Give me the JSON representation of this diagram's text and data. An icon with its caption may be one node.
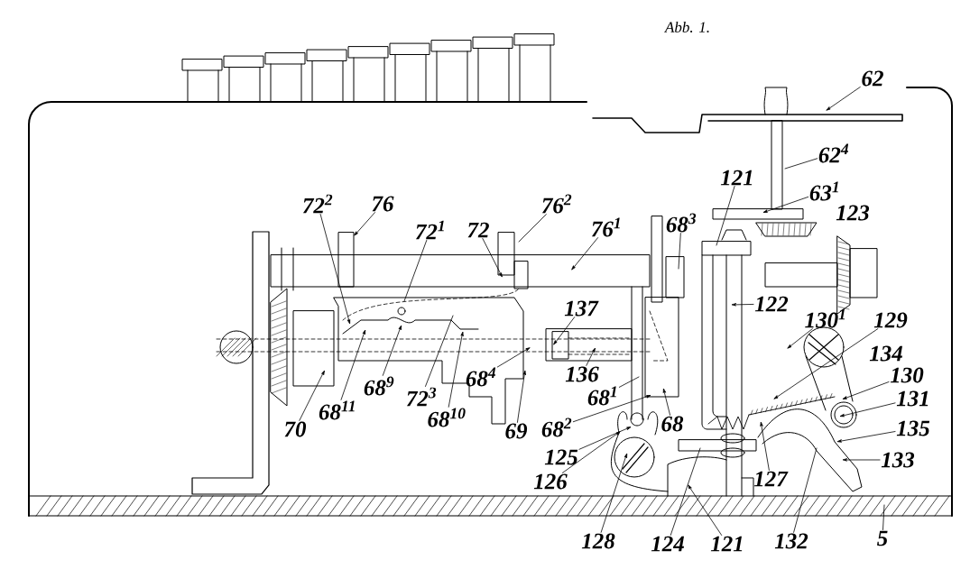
{
  "diagram": {
    "title": "Abb. 1.",
    "nodes": [
      {
        "text": [
          "62"
        ]
      },
      {
        "text": [
          "62$^{4}$"
        ]
      },
      {
        "text": [
          "63$^{1}$"
        ]
      },
      {
        "text": [
          "121"
        ]
      },
      {
        "text": [
          "76"
        ]
      },
      {
        "text": [
          "72$^{2}$"
        ]
      },
      {
        "text": [
          "76$^{2}$"
        ]
      },
      {
        "text": [
          "72$^{1}$"
        ]
      },
      {
        "text": [
          "72"
        ]
      },
      {
        "text": [
          "68$^{3}$"
        ]
      },
      {
        "text": [
          "76$^{1}$"
        ]
      },
      {
        "text": [
          "122"
        ]
      },
      {
        "text": [
          "137"
        ]
      },
      {
        "text": [
          "130$^{1}$"
        ]
      },
      {
        "text": [
          "129"
        ]
      },
      {
        "text": [
          "130"
        ]
      },
      {
        "text": [
          "68$^{9}$"
        ]
      },
      {
        "text": [
          "136"
        ]
      },
      {
        "text": [
          "68$^{1}$"
        ]
      },
      {
        "text": [
          "68$^{4}$"
        ]
      },
      {
        "text": [
          "131"
        ]
      },
      {
        "text": [
          "72$^{3}$"
        ]
      },
      {
        "text": [
          "68$^{11}$"
        ]
      },
      {
        "text": [
          "68$^{10}$"
        ]
      },
      {
        "text": [
          "70"
        ]
      },
      {
        "text": [
          "69"
        ]
      },
      {
        "text": [
          "68$^{2}$"
        ]
      },
      {
        "text": [
          "68"
        ]
      },
      {
        "text": [
          "135"
        ]
      },
      {
        "text": [
          "125"
        ]
      },
      {
        "text": [
          "133"
        ]
      },
      {
        "text": [
          "126"
        ]
      },
      {
        "text": [
          "127"
        ]
      },
      {
        "text": [
          "5"
        ]
      },
      {
        "text": [
          "128"
        ]
      },
      {
        "text": [
          "124"
        ]
      },
      {
        "text": [
          "121"
        ]
      },
      {
        "text": [
          "132"
        ]
      }
    ],
    "edges": [
      {
        "from": 0,
        "to": null,
        "arrow": "to"
      },
      {
        "from": 1,
        "to": null,
        "arrow": "none"
      },
      {
        "from": 2,
        "to": null,
        "arrow": "to"
      },
      {
        "from": 3,
        "to": null,
        "arrow": "none"
      },
      {
        "from": 4,
        "to": null,
        "arrow": "to"
      },
      {
        "from": 5,
        "to": null,
        "arrow": "to"
      },
      {
        "from": 6,
        "to": null,
        "arrow": "none"
      },
      {
        "from": 7,
        "to": null,
        "arrow": "none"
      },
      {
        "from": 8,
        "to": null,
        "arrow": "to"
      },
      {
        "from": 9,
        "to": null,
        "arrow": "none"
      },
      {
        "from": 10,
        "to": null,
        "arrow": "to"
      },
      {
        "from": 11,
        "to": null,
        "arrow": "to"
      },
      {
        "from": 12,
        "to": null,
        "arrow": "to"
      },
      {
        "from": 13,
        "to": null,
        "arrow": "to"
      },
      {
        "from": 14,
        "to": null,
        "arrow": "to"
      },
      {
        "from": 15,
        "to": null,
        "arrow": "to"
      },
      {
        "from": 16,
        "to": null,
        "arrow": "to"
      },
      {
        "from": 17,
        "to": null,
        "arrow": "to"
      },
      {
        "from": 18,
        "to": null,
        "arrow": "none"
      },
      {
        "from": 19,
        "to": null,
        "arrow": "to"
      },
      {
        "from": 20,
        "to": null,
        "arrow": "to"
      },
      {
        "from": 21,
        "to": null,
        "arrow": "none"
      },
      {
        "from": 22,
        "to": null,
        "arrow": "to"
      },
      {
        "from": 23,
        "to": null,
        "arrow": "to"
      },
      {
        "from": 24,
        "to": null,
        "arrow": "to"
      },
      {
        "from": 25,
        "to": null,
        "arrow": "to"
      },
      {
        "from": 26,
        "to": null,
        "arrow": "to"
      },
      {
        "from": 27,
        "to": null,
        "arrow": "to"
      },
      {
        "from": 28,
        "to": null,
        "arrow": "to"
      },
      {
        "from": 29,
        "to": null,
        "arrow": "to"
      },
      {
        "from": 30,
        "to": null,
        "arrow": "to"
      },
      {
        "from": 31,
        "to": null,
        "arrow": "to"
      },
      {
        "from": 32,
        "to": null,
        "arrow": "to"
      },
      {
        "from": 33,
        "to": null,
        "arrow": "none"
      },
      {
        "from": 34,
        "to": null,
        "arrow": "to"
      },
      {
        "from": 35,
        "to": null,
        "arrow": "none"
      },
      {
        "from": 36,
        "to": null,
        "arrow": "to"
      },
      {
        "from": 37,
        "to": null,
        "arrow": "none"
      }
    ],
    "labels": [
      "123",
      "134"
    ]
  }
}
